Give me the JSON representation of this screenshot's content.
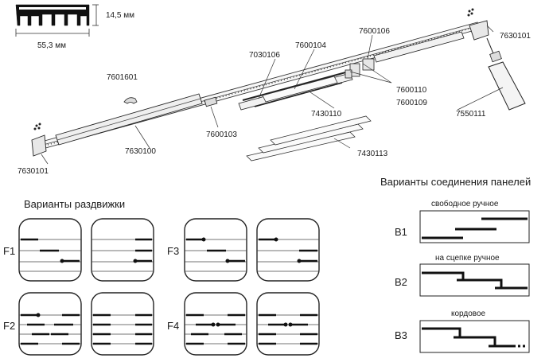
{
  "profile": {
    "height": "14,5 мм",
    "width": "55,3 мм"
  },
  "parts": {
    "p7630101_right": "7630101",
    "p7600106": "7600106",
    "p7600104": "7600104",
    "p7030106": "7030106",
    "p7601601": "7601601",
    "p7600110": "7600110",
    "p7600109": "7600109",
    "p7430110": "7430110",
    "p7550111": "7550111",
    "p7600103": "7600103",
    "p7630100": "7630100",
    "p7430113": "7430113",
    "p7630101_left": "7630101"
  },
  "sliding": {
    "title": "Варианты раздвижки",
    "rows": [
      "F1",
      "F2",
      "F3",
      "F4"
    ]
  },
  "connection": {
    "title": "Варианты соединения панелей",
    "variants": [
      {
        "code": "B1",
        "label": "свободное ручное"
      },
      {
        "code": "B2",
        "label": "на сцепке ручное"
      },
      {
        "code": "B3",
        "label": "кордовое"
      }
    ]
  },
  "colors": {
    "ink": "#1a1a1a",
    "panel": "#f4f4f4"
  }
}
